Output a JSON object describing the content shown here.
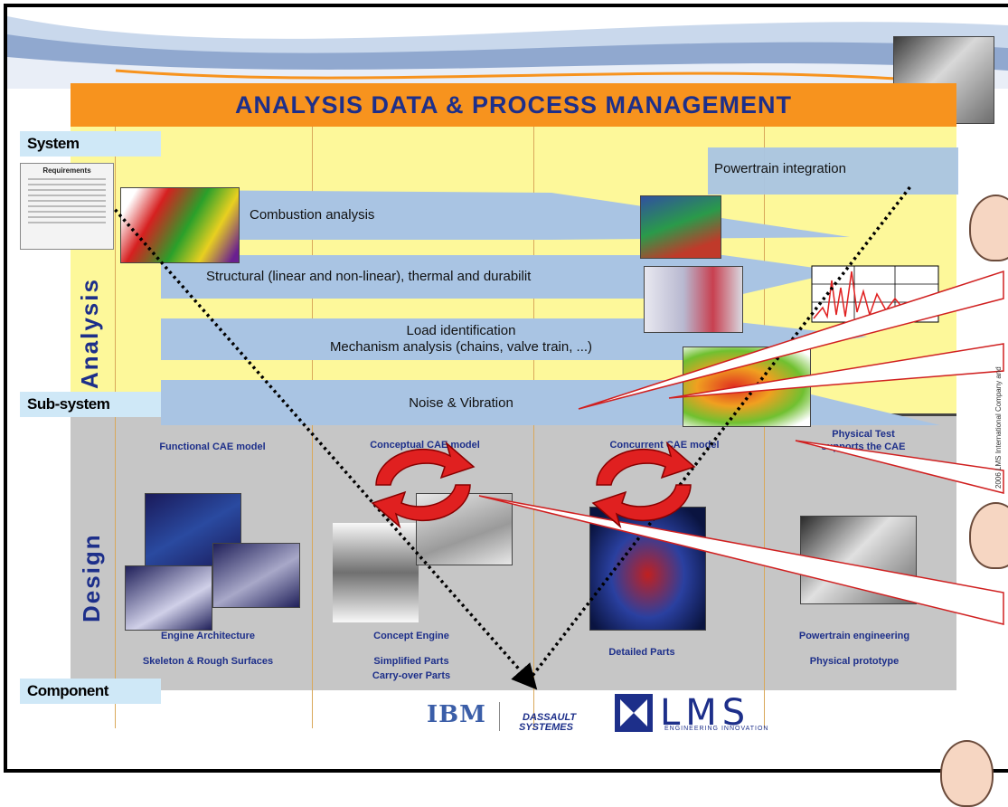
{
  "title": "ANALYSIS DATA & PROCESS MANAGEMENT",
  "levels": {
    "system": "System",
    "subsystem": "Sub-system",
    "component": "Component"
  },
  "sections": {
    "analysis": "Analysis",
    "design": "Design"
  },
  "analysis_bands": {
    "powertrain": "Powertrain integration",
    "combustion": "Combustion analysis",
    "structural": "Structural (linear and non-linear), thermal and durabilit",
    "load": "Load identification",
    "mechanism": "Mechanism analysis (chains, valve train, ...)",
    "noise": "Noise & Vibration"
  },
  "stages": {
    "s1": "Functional CAE model",
    "s2": "Conceptual CAE model",
    "s3": "Concurrent CAE model",
    "s4a": "Physical Test",
    "s4b": "supports the CAE"
  },
  "design_labels": {
    "d1a": "Engine Architecture",
    "d1b": "Skeleton & Rough Surfaces",
    "d2a": "Concept Engine",
    "d2b": "Simplified Parts",
    "d2c": "Carry-over Parts",
    "d3": "Detailed Parts",
    "d4a": "Powertrain engineering",
    "d4b": "Physical prototype"
  },
  "requirements_doc": "Requirements",
  "logos": {
    "ibm": "IBM",
    "ds1": "DASSAULT",
    "ds2": "SYSTEMES",
    "lms": "LMS",
    "lms_sub": "ENGINEERING INNOVATION"
  },
  "side_copyright": "2006 LMS International Company and",
  "colors": {
    "title_bg": "#f7931e",
    "title_text": "#1d2f8a",
    "analysis_bg": "#fdf89a",
    "design_bg": "#c6c6c6",
    "band": "#a9c4e3",
    "cycle_arrow": "#e02020"
  }
}
